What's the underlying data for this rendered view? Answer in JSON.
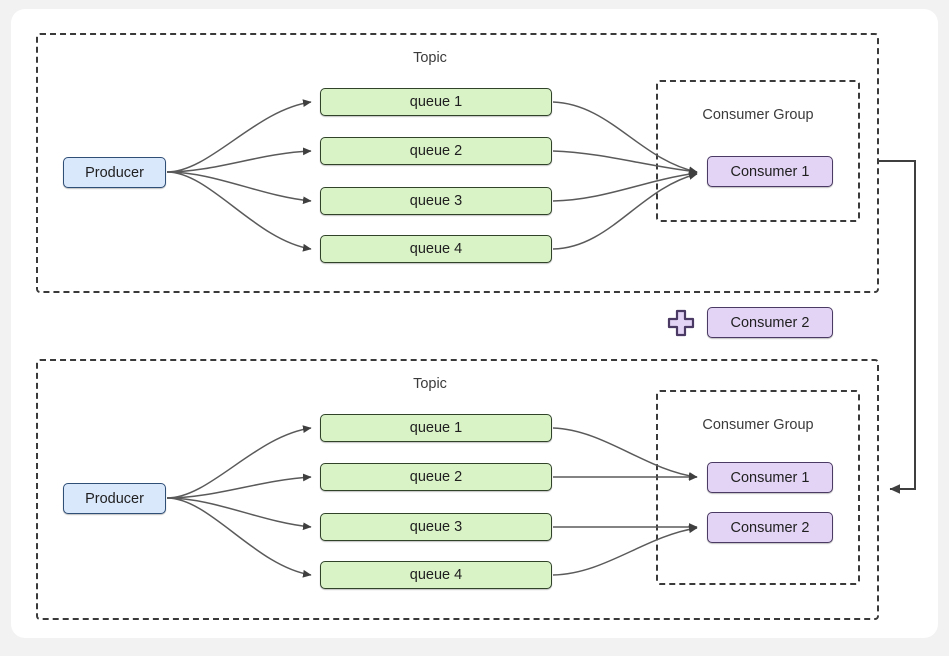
{
  "palette": {
    "page_background": "#f2f2f2",
    "card_background": "#ffffff",
    "producer_fill": "#dae8fc",
    "producer_stroke": "#2f4f77",
    "queue_fill": "#d9f2c6",
    "queue_stroke": "#31442a",
    "consumer_fill": "#e3d4f5",
    "consumer_stroke": "#4b3a63",
    "dash_stroke": "#3a3a3a",
    "edge_stroke": "#555555",
    "text": "#1f1f1f"
  },
  "diagram": {
    "type": "message-queue-consumer-group-rebalance",
    "top_section": {
      "topic_label": "Topic",
      "producer_label": "Producer",
      "queues": [
        {
          "label": "queue 1"
        },
        {
          "label": "queue 2"
        },
        {
          "label": "queue 3"
        },
        {
          "label": "queue 4"
        }
      ],
      "consumer_group_label": "Consumer Group",
      "consumers": [
        {
          "label": "Consumer 1"
        }
      ],
      "assignments": [
        {
          "queue": "queue 1",
          "consumer": "Consumer 1"
        },
        {
          "queue": "queue 2",
          "consumer": "Consumer 1"
        },
        {
          "queue": "queue 3",
          "consumer": "Consumer 1"
        },
        {
          "queue": "queue 4",
          "consumer": "Consumer 1"
        }
      ]
    },
    "middle": {
      "plus_icon": "plus-icon",
      "added_consumer_label": "Consumer 2"
    },
    "bottom_section": {
      "topic_label": "Topic",
      "producer_label": "Producer",
      "queues": [
        {
          "label": "queue 1"
        },
        {
          "label": "queue 2"
        },
        {
          "label": "queue 3"
        },
        {
          "label": "queue 4"
        }
      ],
      "consumer_group_label": "Consumer Group",
      "consumers": [
        {
          "label": "Consumer 1"
        },
        {
          "label": "Consumer 2"
        }
      ],
      "assignments": [
        {
          "queue": "queue 1",
          "consumer": "Consumer 1"
        },
        {
          "queue": "queue 2",
          "consumer": "Consumer 1"
        },
        {
          "queue": "queue 3",
          "consumer": "Consumer 2"
        },
        {
          "queue": "queue 4",
          "consumer": "Consumer 2"
        }
      ]
    },
    "transition_edge": {
      "from": "top Consumer Group",
      "to": "bottom Consumer Group",
      "label": ""
    }
  }
}
